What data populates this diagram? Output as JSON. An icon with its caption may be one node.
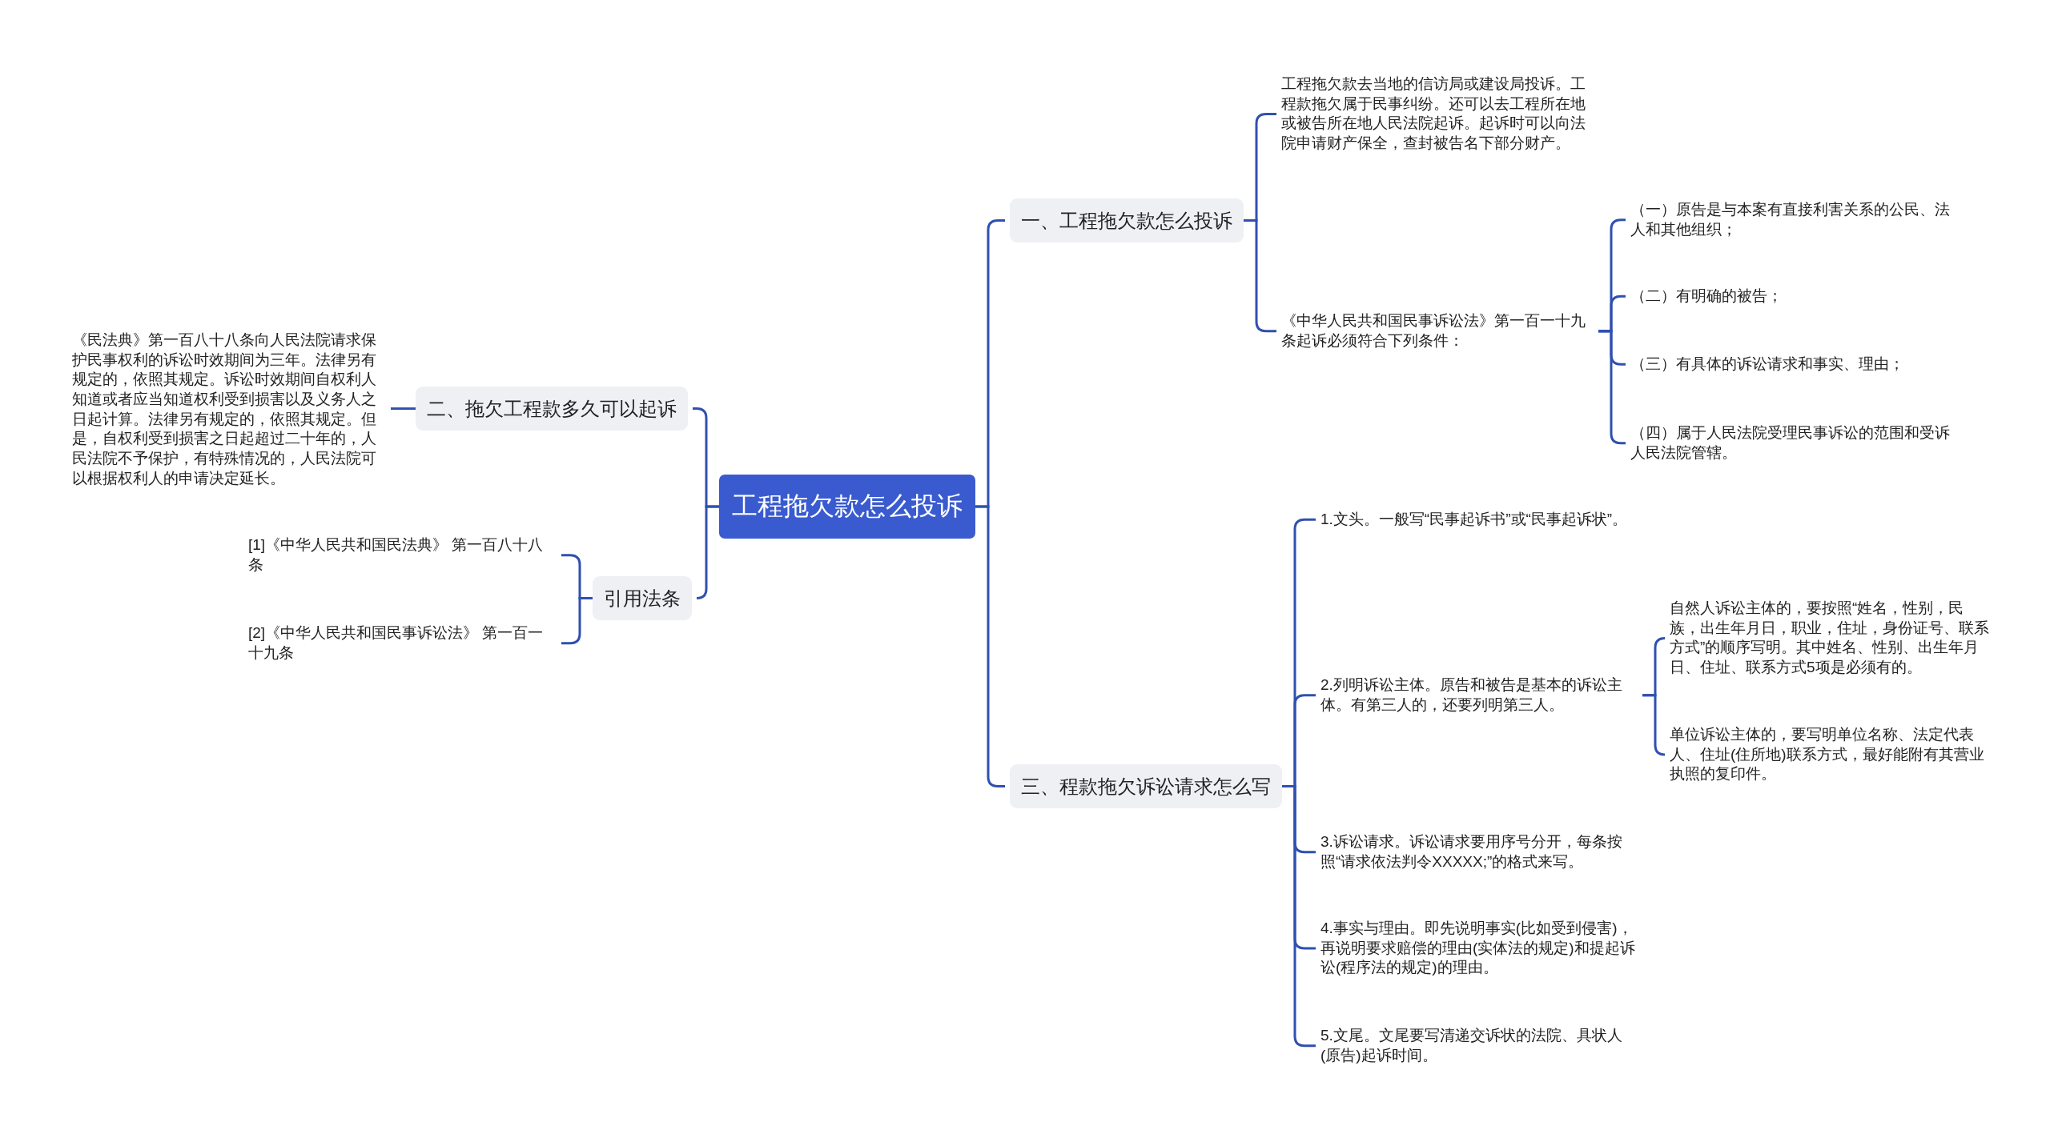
{
  "diagram": {
    "nodes": [
      {
        "text": [
          "工程拖欠款怎么投诉"
        ]
      },
      {
        "text": [
          "一、工程拖欠款怎么投诉"
        ]
      },
      {
        "text": [
          "工程拖欠款去当地的信访局或建设局投诉。工程款拖欠属于民事纠纷。还可以去工程所在地或被告所在地人民法院起诉。起诉时可以向法院申请财产保全，查封被告名下部分财产。"
        ]
      },
      {
        "text": [
          "《中华人民共和国民事诉讼法》第一百一十九条起诉必须符合下列条件："
        ]
      },
      {
        "text": [
          "（一）原告是与本案有直接利害关系的公民、法人和其他组织；"
        ]
      },
      {
        "text": [
          "（二）有明确的被告；"
        ]
      },
      {
        "text": [
          "（三）有具体的诉讼请求和事实、理由；"
        ]
      },
      {
        "text": [
          "（四）属于人民法院受理民事诉讼的范围和受诉人民法院管辖。"
        ]
      },
      {
        "text": [
          "三、程款拖欠诉讼请求怎么写"
        ]
      },
      {
        "text": [
          "1.文头。一般写“民事起诉书”或“民事起诉状”。"
        ]
      },
      {
        "text": [
          "2.列明诉讼主体。原告和被告是基本的诉讼主体。有第三人的，还要列明第三人。"
        ]
      },
      {
        "text": [
          "自然人诉讼主体的，要按照“姓名，性别，民族，出生年月日，职业，住址，身份证号、联系方式”的顺序写明。其中姓名、性别、出生年月日、住址、联系方式5项是必须有的。"
        ]
      },
      {
        "text": [
          "单位诉讼主体的，要写明单位名称、法定代表人、住址(住所地)联系方式，最好能附有其营业执照的复印件。"
        ]
      },
      {
        "text": [
          "3.诉讼请求。诉讼请求要用序号分开，每条按照“请求依法判令XXXXX;”的格式来写。"
        ]
      },
      {
        "text": [
          "4.事实与理由。即先说明事实(比如受到侵害)，再说明要求赔偿的理由(实体法的规定)和提起诉讼(程序法的规定)的理由。"
        ]
      },
      {
        "text": [
          "5.文尾。文尾要写清递交诉状的法院、具状人(原告)起诉时间。"
        ]
      },
      {
        "text": [
          "二、拖欠工程款多久可以起诉"
        ]
      },
      {
        "text": [
          "《民法典》第一百八十八条向人民法院请求保护民事权利的诉讼时效期间为三年。法律另有规定的，依照其规定。诉讼时效期间自权利人知道或者应当知道权利受到损害以及义务人之日起计算。法律另有规定的，依照其规定。但是，自权利受到损害之日起超过二十年的，人民法院不予保护，有特殊情况的，人民法院可以根据权利人的申请决定延长。"
        ]
      },
      {
        "text": [
          "引用法条"
        ]
      },
      {
        "text": [
          "[1]《中华人民共和国民法典》 第一百八十八条"
        ]
      },
      {
        "text": [
          "[2]《中华人民共和国民事诉讼法》 第一百一十九条"
        ]
      }
    ],
    "edges": [
      {
        "from": 0,
        "to": 1,
        "arrow": "none"
      },
      {
        "from": 0,
        "to": 8,
        "arrow": "none"
      },
      {
        "from": 0,
        "to": 16,
        "arrow": "none"
      },
      {
        "from": 0,
        "to": 18,
        "arrow": "none"
      },
      {
        "from": 1,
        "to": 2,
        "arrow": "none"
      },
      {
        "from": 1,
        "to": 3,
        "arrow": "none"
      },
      {
        "from": 3,
        "to": 4,
        "arrow": "none"
      },
      {
        "from": 3,
        "to": 5,
        "arrow": "none"
      },
      {
        "from": 3,
        "to": 6,
        "arrow": "none"
      },
      {
        "from": 3,
        "to": 7,
        "arrow": "none"
      },
      {
        "from": 8,
        "to": 9,
        "arrow": "none"
      },
      {
        "from": 8,
        "to": 10,
        "arrow": "none"
      },
      {
        "from": 8,
        "to": 13,
        "arrow": "none"
      },
      {
        "from": 8,
        "to": 14,
        "arrow": "none"
      },
      {
        "from": 8,
        "to": 15,
        "arrow": "none"
      },
      {
        "from": 10,
        "to": 11,
        "arrow": "none"
      },
      {
        "from": 10,
        "to": 12,
        "arrow": "none"
      },
      {
        "from": 16,
        "to": 17,
        "arrow": "none"
      },
      {
        "from": 18,
        "to": 19,
        "arrow": "none"
      },
      {
        "from": 18,
        "to": 20,
        "arrow": "none"
      }
    ]
  }
}
